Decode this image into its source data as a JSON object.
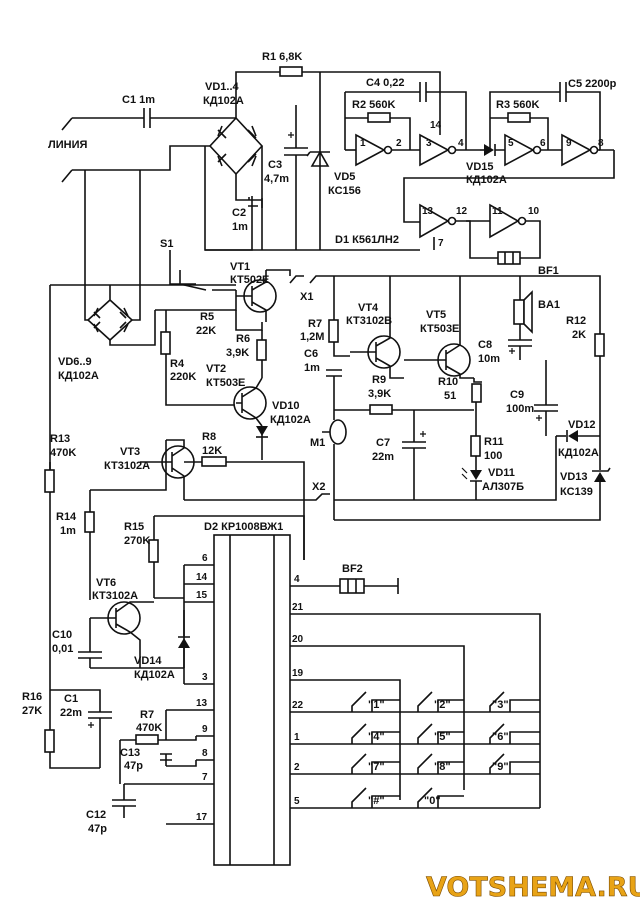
{
  "line_label": "ЛИНИЯ",
  "watermark": "VOTSHEMA.RU",
  "components": {
    "r1": "R1 6,8K",
    "c1_top": "C1 1m",
    "vd1_4": "VD1..4",
    "vd1_4_type": "КД102А",
    "c4": "C4 0,22",
    "c5": "C5 2200р",
    "r2": "R2 560K",
    "r3": "R3 560K",
    "c3": "C3",
    "c3_val": "4,7m",
    "vd5": "VD5",
    "vd5_type": "КС156",
    "vd15": "VD15",
    "vd15_type": "КД102А",
    "c2": "C2",
    "c2_val": "1m",
    "d1": "D1 К561ЛН2",
    "bf1": "BF1",
    "s1": "S1",
    "vt1": "VT1",
    "vt1_type": "КТ502Е",
    "x1": "X1",
    "vt4": "VT4",
    "vt4_type": "КТ3102В",
    "vt5": "VT5",
    "vt5_type": "КТ503Е",
    "ba1": "BA1",
    "r12": "R12",
    "r12_val": "2K",
    "r5": "R5",
    "r5_val": "22K",
    "r6": "R6",
    "r6_val": "3,9K",
    "r7": "R7",
    "r7_val": "1,2M",
    "c6": "C6",
    "c6_val": "1m",
    "c8": "C8",
    "c8_val": "10m",
    "vd6_9": "VD6..9",
    "vd6_9_type": "КД102А",
    "r4": "R4",
    "r4_val": "220K",
    "vt2": "VT2",
    "vt2_type": "КТ503Е",
    "r9": "R9",
    "r9_val": "3,9K",
    "r10": "R10",
    "r10_val": "51",
    "c9": "C9",
    "c9_val": "100m",
    "vd10": "VD10",
    "vd10_type": "КД102А",
    "m1": "M1",
    "c7": "C7",
    "c7_val": "22m",
    "r11": "R11",
    "r11_val": "100",
    "vd12": "VD12",
    "vd12_type": "КД102А",
    "r13": "R13",
    "r13_val": "470K",
    "vt3": "VT3",
    "vt3_type": "КТ3102А",
    "r8": "R8",
    "r8_val": "12K",
    "vd11": "VD11",
    "vd11_type": "АЛ307Б",
    "vd13": "VD13",
    "vd13_type": "КС139",
    "x2": "X2",
    "r14": "R14",
    "r14_val": "1m",
    "r15": "R15",
    "r15_val": "270K",
    "d2": "D2 КР1008ВЖ1",
    "bf2": "BF2",
    "vt6": "VT6",
    "vt6_type": "КТ3102А",
    "c10": "C10",
    "c10_val": "0,01",
    "vd14": "VD14",
    "vd14_type": "КД102А",
    "r16": "R16",
    "r16_val": "27K",
    "c1_bottom": "C1",
    "c1_bottom_val": "22m",
    "r7_bottom": "R7",
    "r7_bottom_val": "470K",
    "c13": "C13",
    "c13_val": "47р",
    "c12": "C12",
    "c12_val": "47р"
  },
  "d1_pins": {
    "p1": "1",
    "p2": "2",
    "p3": "3",
    "p4": "4",
    "p5": "5",
    "p6": "6",
    "p7": "7",
    "p8": "8",
    "p9": "9",
    "p10": "10",
    "p11": "11",
    "p12": "12",
    "p13": "13",
    "p14": "14"
  },
  "d2_pins_left": [
    "6",
    "14",
    "15",
    "3",
    "13",
    "9",
    "8",
    "7",
    "17"
  ],
  "d2_pins_right": [
    "4",
    "21",
    "20",
    "19",
    "22",
    "1",
    "2",
    "5"
  ],
  "keypad_keys": [
    "\"1\"",
    "\"2\"",
    "\"3\"",
    "\"4\"",
    "\"5\"",
    "\"6\"",
    "\"7\"",
    "\"8\"",
    "\"9\"",
    "\"#\"",
    "\"0\""
  ]
}
